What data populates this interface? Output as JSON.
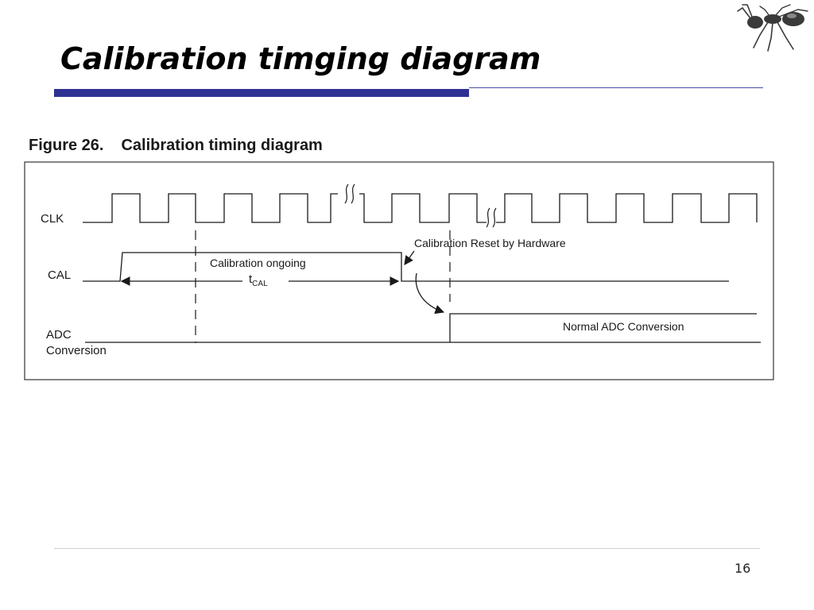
{
  "slide": {
    "title": "Calibration timging diagram",
    "page_number": "16",
    "accent_color": "#2e3192"
  },
  "figure": {
    "number": "Figure 26.",
    "title": "Calibration timing diagram"
  },
  "signals": {
    "clk": "CLK",
    "cal": "CAL",
    "adc_line1": "ADC",
    "adc_line2": "Conversion"
  },
  "annotations": {
    "calibration_ongoing": "Calibration ongoing",
    "tcal_main": "t",
    "tcal_sub": "CAL",
    "reset_by_hardware": "Calibration Reset by Hardware",
    "normal_adc": "Normal ADC Conversion"
  },
  "logo": {
    "icon": "ant-icon"
  }
}
